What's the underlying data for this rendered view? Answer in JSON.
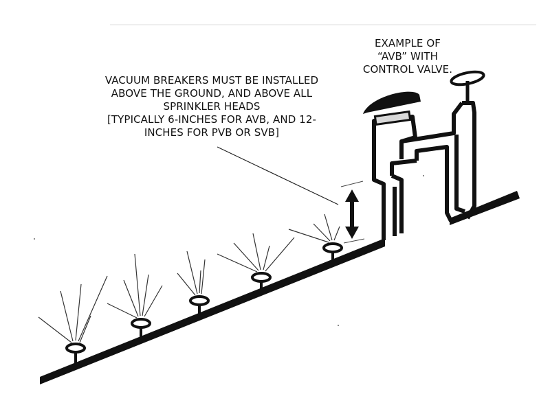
{
  "annotation": {
    "lines": [
      "VACUUM BREAKERS MUST BE INSTALLED",
      "ABOVE THE GROUND, AND ABOVE ALL",
      "SPRINKLER HEADS",
      "[TYPICALLY 6-INCHES FOR AVB, AND 12-",
      "INCHES FOR PVB OR SVB]"
    ]
  },
  "example_label": {
    "lines": [
      "EXAMPLE OF",
      "“AVB” WITH",
      "CONTROL VALVE."
    ]
  },
  "colors": {
    "ink": "#111111",
    "paper": "#ffffff",
    "window": "#d8d8d8"
  }
}
